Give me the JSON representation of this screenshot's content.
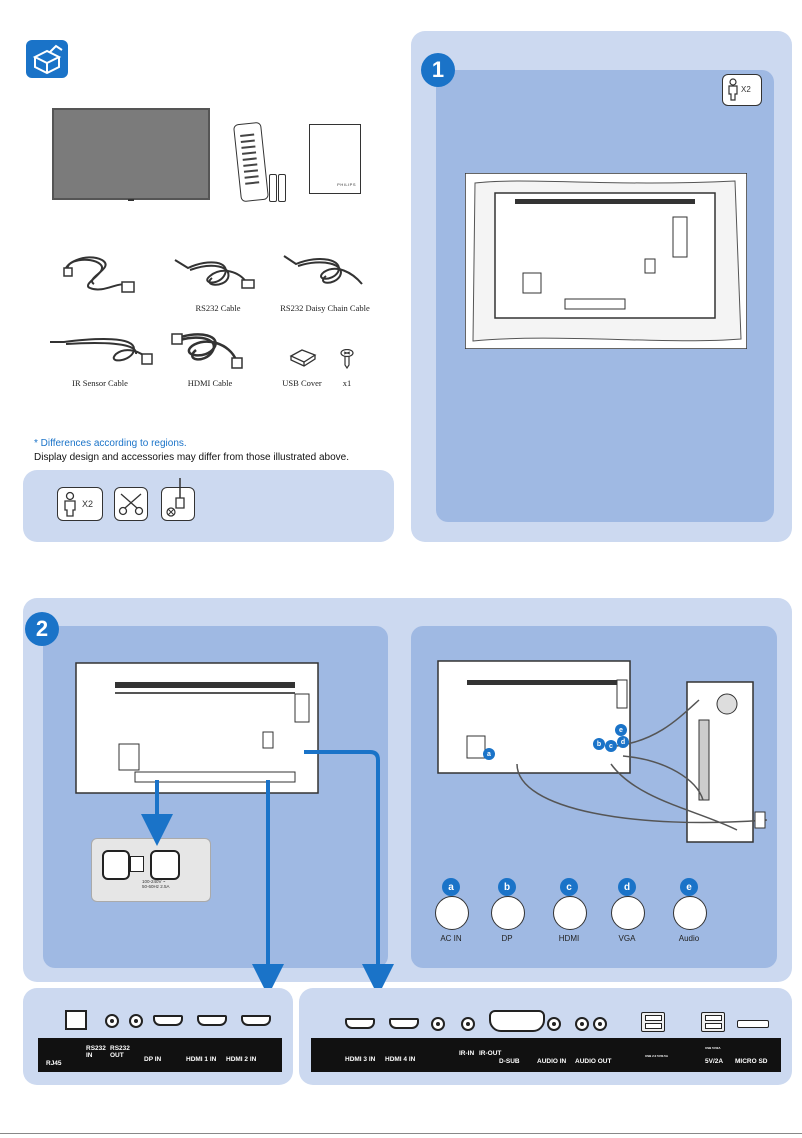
{
  "accessories": {
    "rs232_cable": "RS232 Cable",
    "rs232_daisy": "RS232 Daisy Chain Cable",
    "ir_sensor": "IR Sensor Cable",
    "hdmi_cable": "HDMI Cable",
    "usb_cover": "USB Cover",
    "screw_count": "x1",
    "brand_on_booklet": "PHILIPS"
  },
  "notes": {
    "regions": "* Differences according to regions.",
    "disclaimer": "Display design and accessories may differ from those illustrated above."
  },
  "tools": {
    "persons": "X2"
  },
  "step1": {
    "number": "1",
    "persons": "X2"
  },
  "step2": {
    "number": "2"
  },
  "power": {
    "rating": "100-240V ~\n50-60Hz 2.5A"
  },
  "connectors": [
    {
      "letter": "a",
      "name": "AC IN"
    },
    {
      "letter": "b",
      "name": "DP"
    },
    {
      "letter": "c",
      "name": "HDMI"
    },
    {
      "letter": "d",
      "name": "VGA"
    },
    {
      "letter": "e",
      "name": "Audio"
    }
  ],
  "panel_left_labels": {
    "rj45": "RJ45",
    "rs232_in": "RS232\nIN",
    "rs232_out": "RS232\nOUT",
    "dp_in": "DP IN",
    "hdmi1": "HDMI 1 IN",
    "hdmi2": "HDMI 2 IN"
  },
  "panel_right_labels": {
    "hdmi3": "HDMI 3 IN",
    "hdmi4": "HDMI 4 IN",
    "ir": "IR-IN",
    "irout": "IR-OUT",
    "dsub": "D-SUB",
    "audio_in": "AUDIO IN",
    "audio_out": "AUDIO OUT",
    "usb_small": "USB 2.0 5V/0.5A",
    "usb_power": "5V/2A",
    "usb_power_small": "USB 5V/2A",
    "microsd": "MICRO SD"
  },
  "colors": {
    "accent": "#1a73c8",
    "panel": "#ccd9f0",
    "inner": "#9fb9e3"
  }
}
